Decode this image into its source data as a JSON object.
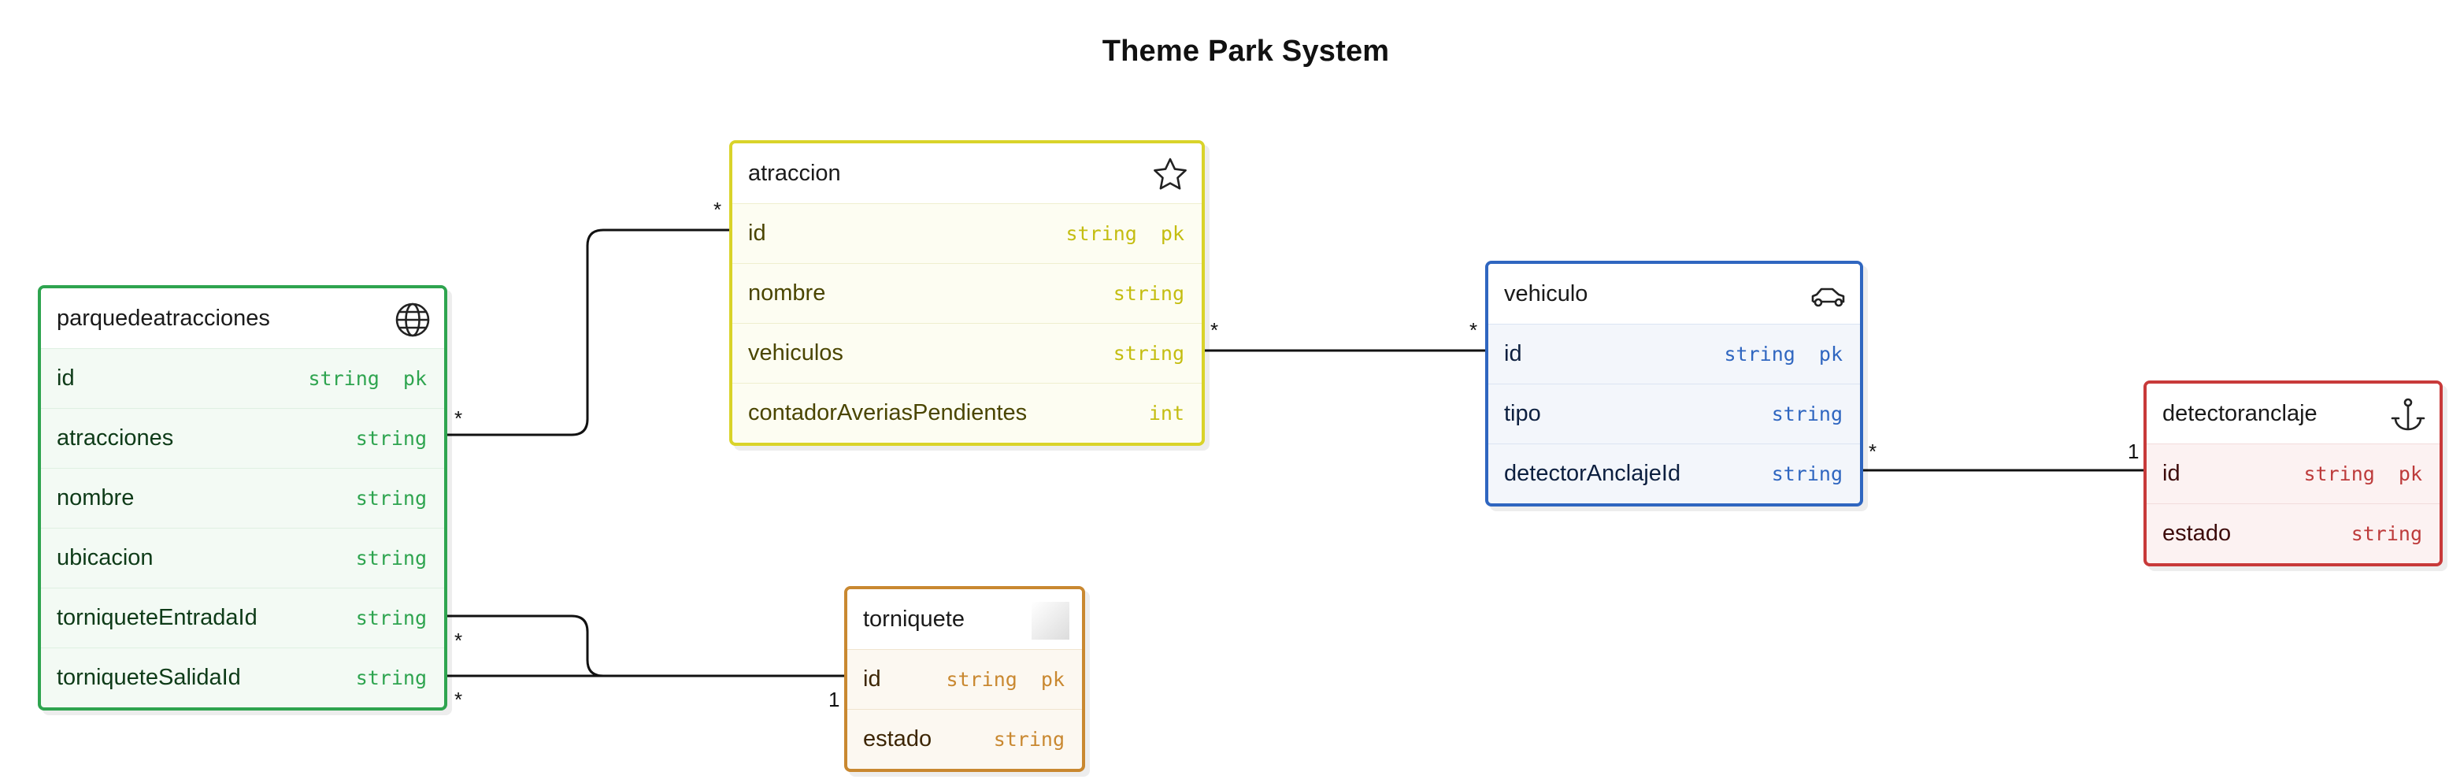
{
  "diagram": {
    "title": "Theme Park System",
    "entities": {
      "parque": {
        "name": "parquedeatracciones",
        "icon": "globe-icon",
        "fields": [
          {
            "name": "id",
            "type": "string  pk"
          },
          {
            "name": "atracciones",
            "type": "string"
          },
          {
            "name": "nombre",
            "type": "string"
          },
          {
            "name": "ubicacion",
            "type": "string"
          },
          {
            "name": "torniqueteEntradaId",
            "type": "string"
          },
          {
            "name": "torniqueteSalidaId",
            "type": "string"
          }
        ]
      },
      "atraccion": {
        "name": "atraccion",
        "icon": "star-icon",
        "fields": [
          {
            "name": "id",
            "type": "string  pk"
          },
          {
            "name": "nombre",
            "type": "string"
          },
          {
            "name": "vehiculos",
            "type": "string"
          },
          {
            "name": "contadorAveriasPendientes",
            "type": "int"
          }
        ]
      },
      "vehiculo": {
        "name": "vehiculo",
        "icon": "car-icon",
        "fields": [
          {
            "name": "id",
            "type": "string  pk"
          },
          {
            "name": "tipo",
            "type": "string"
          },
          {
            "name": "detectorAnclajeId",
            "type": "string"
          }
        ]
      },
      "detector": {
        "name": "detectoranclaje",
        "icon": "anchor-icon",
        "fields": [
          {
            "name": "id",
            "type": "string  pk"
          },
          {
            "name": "estado",
            "type": "string"
          }
        ]
      },
      "torniquete": {
        "name": "torniquete",
        "icon": "placeholder-icon",
        "fields": [
          {
            "name": "id",
            "type": "string  pk"
          },
          {
            "name": "estado",
            "type": "string"
          }
        ]
      }
    },
    "relationships": [
      {
        "from": "parquedeatracciones.atracciones",
        "to": "atraccion.id",
        "from_card": "*",
        "to_card": "*"
      },
      {
        "from": "atraccion.vehiculos",
        "to": "vehiculo.id",
        "from_card": "*",
        "to_card": "*"
      },
      {
        "from": "vehiculo.detectorAnclajeId",
        "to": "detectoranclaje.id",
        "from_card": "*",
        "to_card": "1"
      },
      {
        "from": "parquedeatracciones.torniqueteEntradaId",
        "to": "torniquete.id",
        "from_card": "*",
        "to_card": "1"
      },
      {
        "from": "parquedeatracciones.torniqueteSalidaId",
        "to": "torniquete.id",
        "from_card": "*",
        "to_card": "1"
      }
    ]
  }
}
